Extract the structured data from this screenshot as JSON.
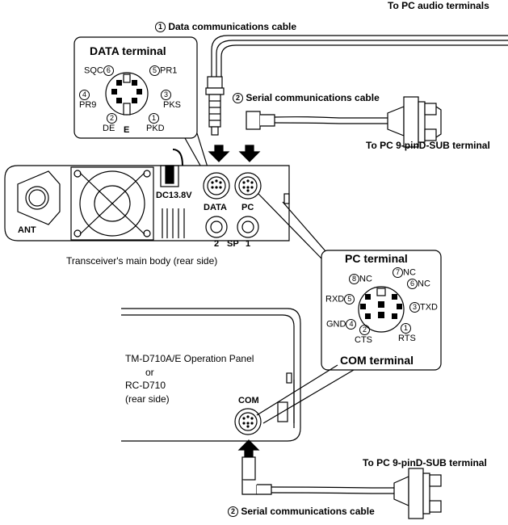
{
  "top": {
    "pc_audio": "To PC  audio terminals",
    "data_cable_num": "1",
    "data_cable": "Data communications cable",
    "serial_cable_num": "2",
    "serial_cable": "Serial communications cable",
    "to_pc_dsub_1": "To PC 9-pinD-SUB terminal"
  },
  "data_terminal": {
    "title": "DATA terminal",
    "pins": [
      {
        "num": "6",
        "name": "SQC"
      },
      {
        "num": "5",
        "name": "PR1"
      },
      {
        "num": "4",
        "name": "PR9"
      },
      {
        "num": "3",
        "name": "PKS"
      },
      {
        "num": "2",
        "name": "DE"
      },
      {
        "num": "1",
        "name": "PKD"
      }
    ],
    "ground": "E"
  },
  "main_body": {
    "ant": "ANT",
    "dc": "DC13.8V",
    "data": "DATA",
    "pc": "PC",
    "sp2": "2",
    "sp": "SP",
    "sp1": "1",
    "caption": "Transceiver's main body (rear side)"
  },
  "pc_terminal": {
    "title": "PC terminal",
    "com_title": "COM terminal",
    "pins": [
      {
        "num": "8",
        "name": "NC"
      },
      {
        "num": "7",
        "name": "NC"
      },
      {
        "num": "6",
        "name": "NC"
      },
      {
        "num": "5",
        "name": "RXD"
      },
      {
        "num": "3",
        "name": "TXD"
      },
      {
        "num": "4",
        "name": "GND"
      },
      {
        "num": "2",
        "name": "CTS"
      },
      {
        "num": "1",
        "name": "RTS"
      }
    ]
  },
  "panel": {
    "line1": "TM-D710A/E Operation Panel",
    "line2": "or",
    "line3": "RC-D710",
    "line4": "(rear side)",
    "com": "COM"
  },
  "bottom": {
    "to_pc_dsub_2": "To PC  9-pinD-SUB terminal",
    "serial_cable_num": "2",
    "serial_cable": "Serial communications cable"
  }
}
